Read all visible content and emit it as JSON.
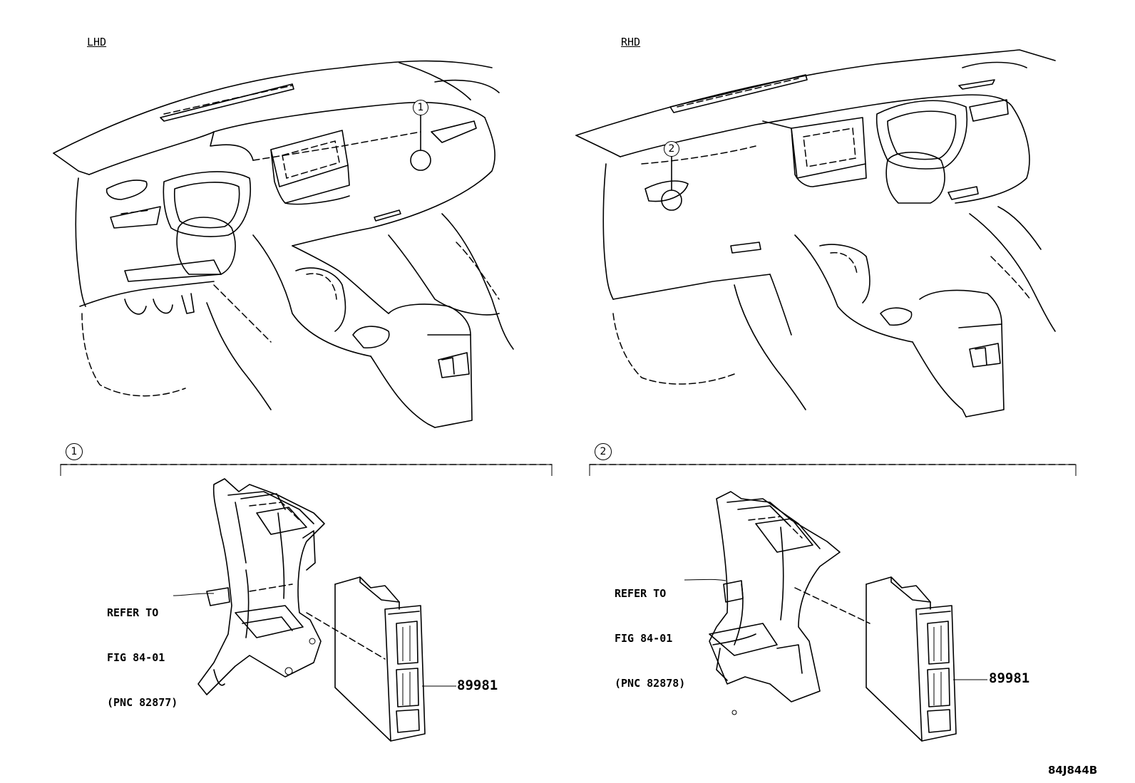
{
  "views": {
    "left": {
      "title": "LHD"
    },
    "right": {
      "title": "RHD"
    }
  },
  "callouts": {
    "c1": "1",
    "c2": "2"
  },
  "detail_left": {
    "index": "1",
    "refer": [
      "REFER TO",
      "FIG 84-01",
      "(PNC 82877)"
    ],
    "part_number": "89981"
  },
  "detail_right": {
    "index": "2",
    "refer": [
      "REFER TO",
      "FIG 84-01",
      "(PNC 82878)"
    ],
    "part_number": "89981"
  },
  "figure_code": "84J844B"
}
